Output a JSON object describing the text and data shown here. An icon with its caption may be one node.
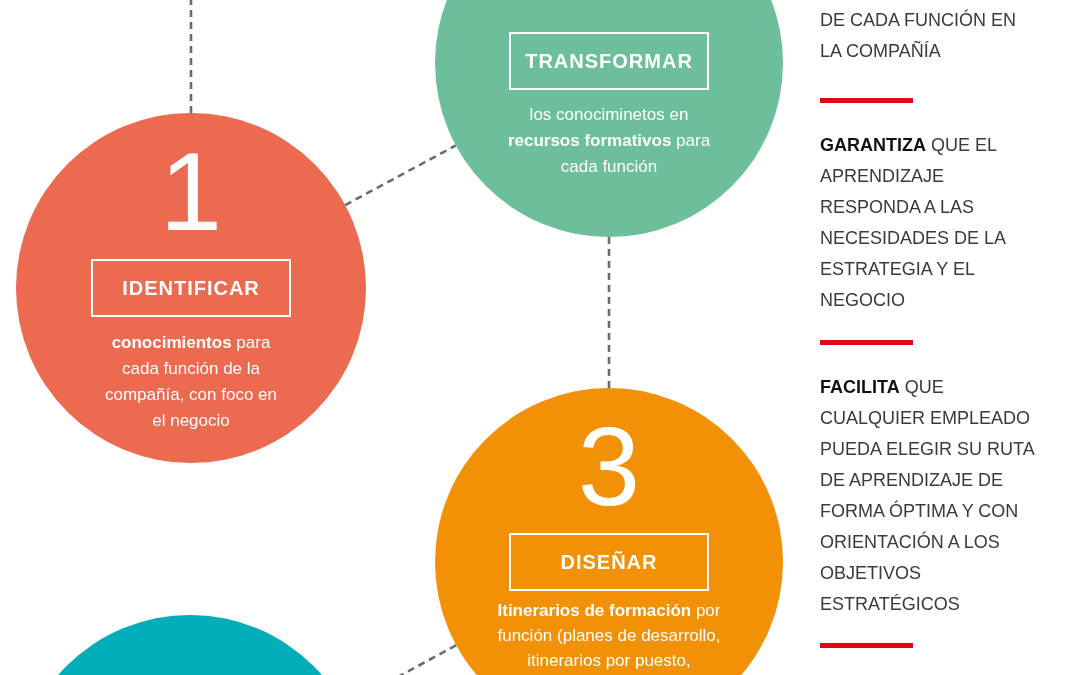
{
  "diagram": {
    "nodes": [
      {
        "text": [
          "1",
          "**conocimientos** para cada función de la compañía, con foco en el negocio"
        ]
      },
      {
        "text": [
          "IDENTIFICAR"
        ],
        "in": 0
      },
      {
        "text": [
          "los conociminetos en **recursos formativos** para cada función"
        ]
      },
      {
        "text": [
          "TRANSFORMAR"
        ],
        "in": 2
      },
      {
        "text": [
          "3",
          "**Itinerarios de formación** por función (planes de desarrollo, itinerarios por puesto,"
        ]
      },
      {
        "text": [
          "DISEÑAR"
        ],
        "in": 4
      },
      {
        "text": [],
        "shape": "circle"
      }
    ],
    "edges": [
      {
        "from": null,
        "to": 0,
        "arrow": "none",
        "style": "dashed"
      },
      {
        "from": 0,
        "to": 2,
        "arrow": "none",
        "style": "dashed"
      },
      {
        "from": 2,
        "to": 4,
        "arrow": "none",
        "style": "dashed"
      },
      {
        "from": 4,
        "to": 6,
        "arrow": "none",
        "style": "dashed"
      }
    ],
    "labels": [
      "DE CADA FUNCIÓN EN LA COMPAÑÍA",
      "**GARANTIZA** QUE EL APRENDIZAJE RESPONDA A LAS NECESIDADES DE LA ESTRATEGIA Y EL NEGOCIO",
      "**FACILITA** QUE CUALQUIER EMPLEADO PUEDA ELEGIR SU RUTA DE APRENDIZAJE DE FORMA ÓPTIMA Y CON ORIENTACIÓN A LOS OBJETIVOS ESTRATÉGICOS"
    ]
  }
}
